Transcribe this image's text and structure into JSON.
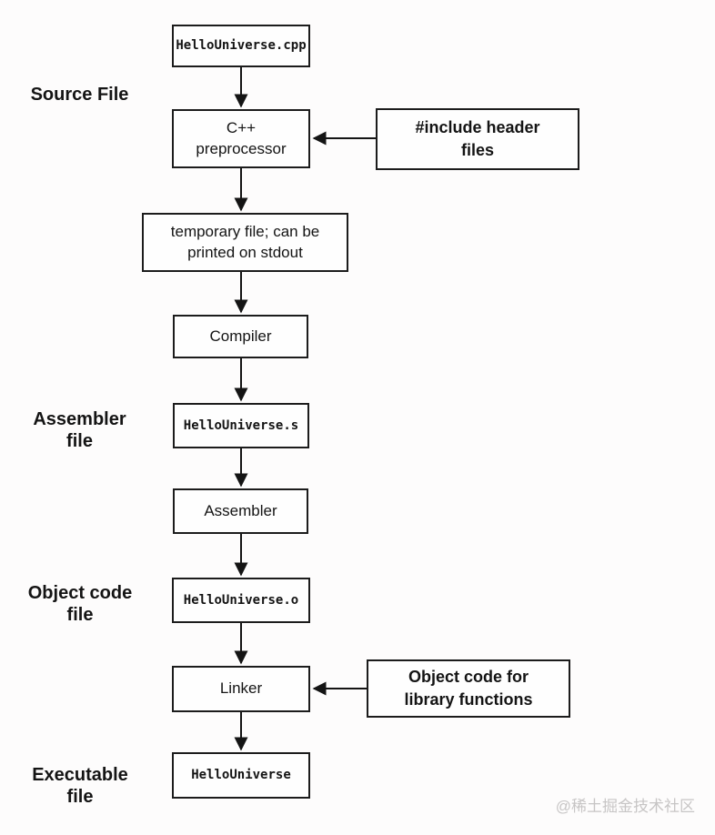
{
  "diagram": {
    "description": "C++ compilation process flowchart",
    "nodes": [
      {
        "id": "cpp-source",
        "label": "HelloUniverse.cpp"
      },
      {
        "id": "preprocessor",
        "label": "C++\npreprocessor"
      },
      {
        "id": "include-headers",
        "label": "#include header\nfiles"
      },
      {
        "id": "temp-file",
        "label": "temporary file; can be\nprinted on stdout"
      },
      {
        "id": "compiler",
        "label": "Compiler"
      },
      {
        "id": "asm-file",
        "label": "HelloUniverse.s"
      },
      {
        "id": "assembler",
        "label": "Assembler"
      },
      {
        "id": "obj-file",
        "label": "HelloUniverse.o"
      },
      {
        "id": "linker",
        "label": "Linker"
      },
      {
        "id": "library-objects",
        "label": "Object code for\nlibrary functions"
      },
      {
        "id": "executable",
        "label": "HelloUniverse"
      }
    ],
    "stage_labels": [
      {
        "id": "source-file",
        "text": "Source File"
      },
      {
        "id": "assembler-file",
        "text": "Assembler\nfile"
      },
      {
        "id": "object-code-file",
        "text": "Object code\nfile"
      },
      {
        "id": "executable-file",
        "text": "Executable\nfile"
      }
    ],
    "colors": {
      "line": "#141414",
      "box_border": "#1c1c1c",
      "box_fill": "#fefefe",
      "background": "#fdfcfc",
      "watermark": "#c7c5c5"
    }
  },
  "watermark": {
    "text": "@稀土掘金技术社区"
  }
}
